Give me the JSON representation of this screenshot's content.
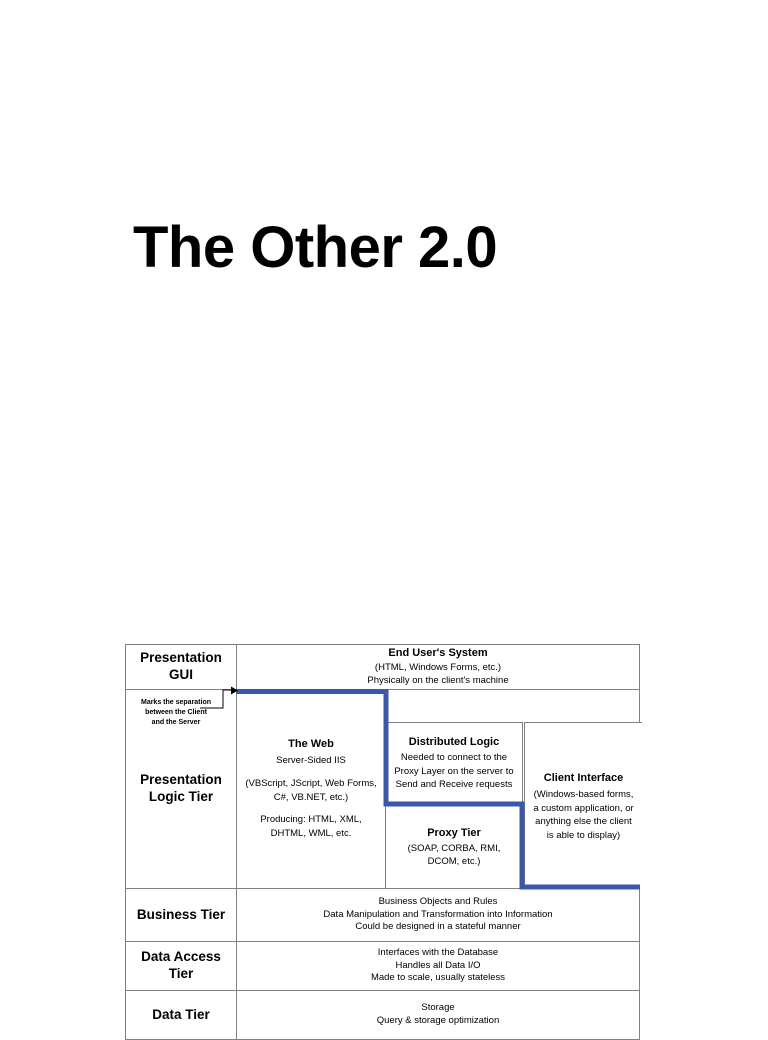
{
  "slide": {
    "title": "The Other 2.0"
  },
  "colors": {
    "separation_line": "#3B57A8",
    "table_border": "#808080",
    "text": "#000000",
    "background": "#FFFFFF"
  },
  "diagram": {
    "type": "layered-architecture-table",
    "annotation": {
      "text": "Marks the separation between the Client and the Server",
      "lines": [
        "Marks the separation",
        "between the Client",
        "and the Server"
      ]
    },
    "rows": [
      {
        "tier_label": "Presentation GUI",
        "tier_label_lines": [
          "Presentation",
          "GUI"
        ],
        "body": {
          "title": "End User's System",
          "lines": [
            "(HTML, Windows Forms, etc.)",
            "Physically on the client's machine"
          ]
        }
      },
      {
        "tier_label": "Presentation Logic Tier",
        "tier_label_lines": [
          "Presentation",
          "Logic Tier"
        ],
        "blocks": [
          {
            "name": "the-web",
            "title": "The Web",
            "lines": [
              "Server-Sided IIS",
              "",
              "(VBScript, JScript, Web Forms,",
              "C#, VB.NET, etc.)",
              "",
              "Producing: HTML, XML,",
              "DHTML, WML, etc."
            ]
          },
          {
            "name": "distributed-logic",
            "title": "Distributed Logic",
            "lines": [
              "Needed to connect to the",
              "Proxy Layer on the server to",
              "Send and Receive requests"
            ]
          },
          {
            "name": "proxy-tier",
            "title": "Proxy Tier",
            "lines": [
              "(SOAP, CORBA, RMI,",
              "DCOM, etc.)"
            ]
          },
          {
            "name": "client-interface",
            "title": "Client Interface",
            "lines": [
              "(Windows-based forms,",
              "a custom application, or",
              "anything else the client",
              "is able to display)"
            ]
          }
        ]
      },
      {
        "tier_label": "Business Tier",
        "tier_label_lines": [
          "Business Tier"
        ],
        "body": {
          "title": "",
          "lines": [
            "Business Objects and Rules",
            "Data Manipulation and Transformation into Information",
            "Could be designed in a stateful manner"
          ]
        }
      },
      {
        "tier_label": "Data Access Tier",
        "tier_label_lines": [
          "Data Access",
          "Tier"
        ],
        "body": {
          "title": "",
          "lines": [
            "Interfaces with the Database",
            "Handles all Data I/O",
            "Made to scale, usually stateless"
          ]
        }
      },
      {
        "tier_label": "Data Tier",
        "tier_label_lines": [
          "Data Tier"
        ],
        "body": {
          "title": "",
          "lines": [
            "Storage",
            "Query & storage optimization"
          ]
        }
      }
    ]
  }
}
